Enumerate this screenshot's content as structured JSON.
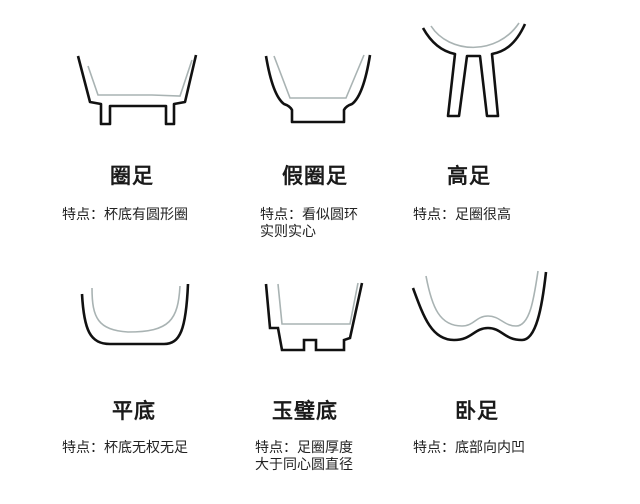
{
  "diagram": {
    "colors": {
      "outer_stroke": "#111111",
      "inner_stroke": "#a9b3b3",
      "background": "#ffffff"
    },
    "items": [
      {
        "id": "quanzu",
        "title": "圈足",
        "desc_line1": "特点：杯底有圆形圈",
        "desc_line2": ""
      },
      {
        "id": "jiaquanzu",
        "title": "假圈足",
        "desc_line1": "特点：看似圆环",
        "desc_line2": "实则实心"
      },
      {
        "id": "gaozu",
        "title": "高足",
        "desc_line1": "特点：足圈很高",
        "desc_line2": ""
      },
      {
        "id": "pingdi",
        "title": "平底",
        "desc_line1": "特点：杯底无权无足",
        "desc_line2": ""
      },
      {
        "id": "yubidi",
        "title": "玉璧底",
        "desc_line1": "特点：足圈厚度",
        "desc_line2": "大于同心圆直径"
      },
      {
        "id": "wozu",
        "title": "卧足",
        "desc_line1": "特点：底部向内凹",
        "desc_line2": ""
      }
    ]
  }
}
